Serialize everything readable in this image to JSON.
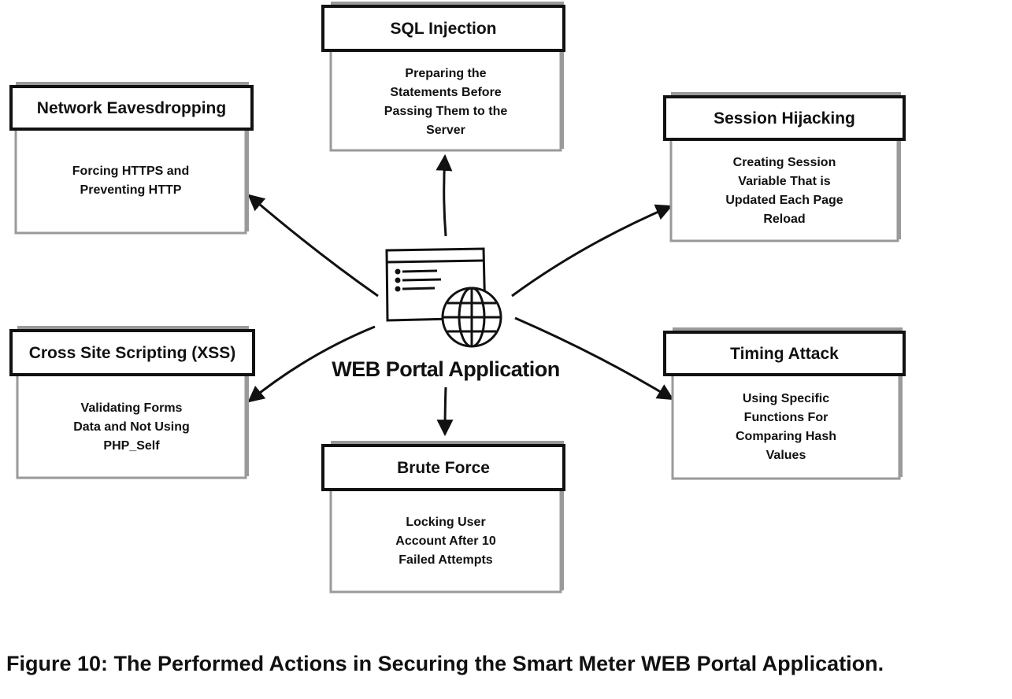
{
  "diagram": {
    "center_label": "WEB Portal Application",
    "nodes": [
      {
        "id": "sql-injection",
        "title": "SQL Injection",
        "desc": [
          "Preparing the",
          "Statements Before",
          "Passing Them to the",
          "Server"
        ]
      },
      {
        "id": "network-eavesdropping",
        "title": "Network Eavesdropping",
        "desc": [
          "Forcing HTTPS and",
          "Preventing HTTP"
        ]
      },
      {
        "id": "session-hijacking",
        "title": "Session Hijacking",
        "desc": [
          "Creating Session",
          "Variable That is",
          "Updated Each Page",
          "Reload"
        ]
      },
      {
        "id": "xss",
        "title": "Cross Site Scripting (XSS)",
        "desc": [
          "Validating Forms",
          "Data and Not Using",
          "PHP_Self"
        ]
      },
      {
        "id": "timing-attack",
        "title": "Timing Attack",
        "desc": [
          "Using Specific",
          "Functions For",
          "Comparing Hash",
          "Values"
        ]
      },
      {
        "id": "brute-force",
        "title": "Brute Force",
        "desc": [
          "Locking User",
          "Account After 10",
          "Failed Attempts"
        ]
      }
    ]
  },
  "caption": "Figure 10: The Performed Actions in Securing the Smart Meter WEB Portal Application.",
  "colors": {
    "box_border": "#111111",
    "box_shadow": "#9a9a9a",
    "text": "#111111"
  },
  "icons": [
    "browser-window-icon",
    "globe-icon"
  ]
}
